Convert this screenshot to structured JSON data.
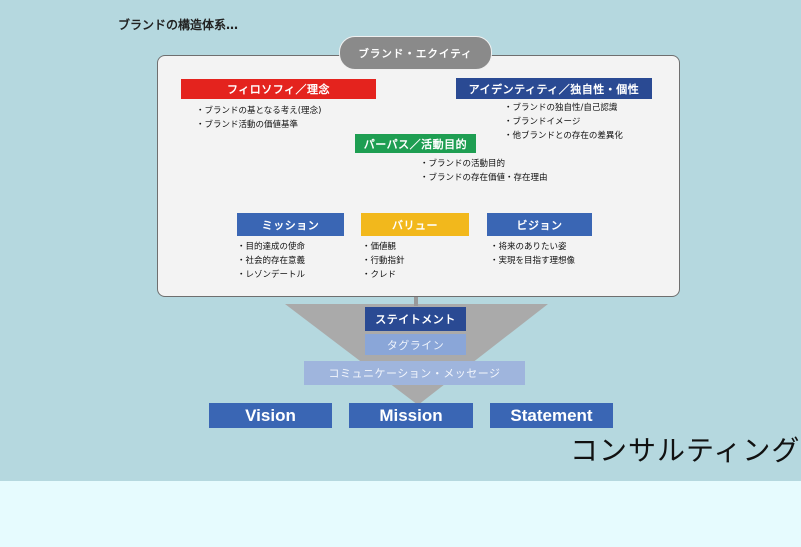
{
  "header": {
    "note": "ブランドの構造体系…"
  },
  "pill": {
    "label": "ブランド・エクイティ"
  },
  "philosophy": {
    "title": "フィロソフィ／理念",
    "bullets": [
      "・ブランドの基となる考え(理念)",
      "・ブランド活動の価値基準"
    ]
  },
  "identity": {
    "title": "アイデンティティ／独自性・個性",
    "bullets": [
      "・ブランドの独自性/自己認識",
      "・ブランドイメージ",
      "・他ブランドとの存在の差異化"
    ]
  },
  "purpose": {
    "title": "パーパス／活動目的",
    "bullets": [
      "・ブランドの活動目的",
      "・ブランドの存在価値・存在理由"
    ]
  },
  "mission": {
    "title": "ミッション",
    "bullets": [
      "・目的達成の使命",
      "・社会的存在意義",
      "・レゾンデートル"
    ]
  },
  "value": {
    "title": "バリュー",
    "bullets": [
      "・価値観",
      "・行動指針",
      "・クレド"
    ]
  },
  "vision": {
    "title": "ビジョン",
    "bullets": [
      "・将来のありたい姿",
      "・実現を目指す理想像"
    ]
  },
  "statement": {
    "label": "ステイトメント"
  },
  "tagline": {
    "label": "タグライン"
  },
  "communication": {
    "label": "コミュニケーション・メッセージ"
  },
  "bottom": {
    "vision": "Vision",
    "mission": "Mission",
    "statement": "Statement"
  },
  "footer": {
    "consulting": "コンサルティング"
  },
  "colors": {
    "canvas": "#b5d8df",
    "red": "#e4231e",
    "navy": "#2a4a93",
    "green": "#1e9e52",
    "blue": "#3a66b4",
    "yellow": "#f2b81c",
    "funnel": "#aaaaaa"
  }
}
